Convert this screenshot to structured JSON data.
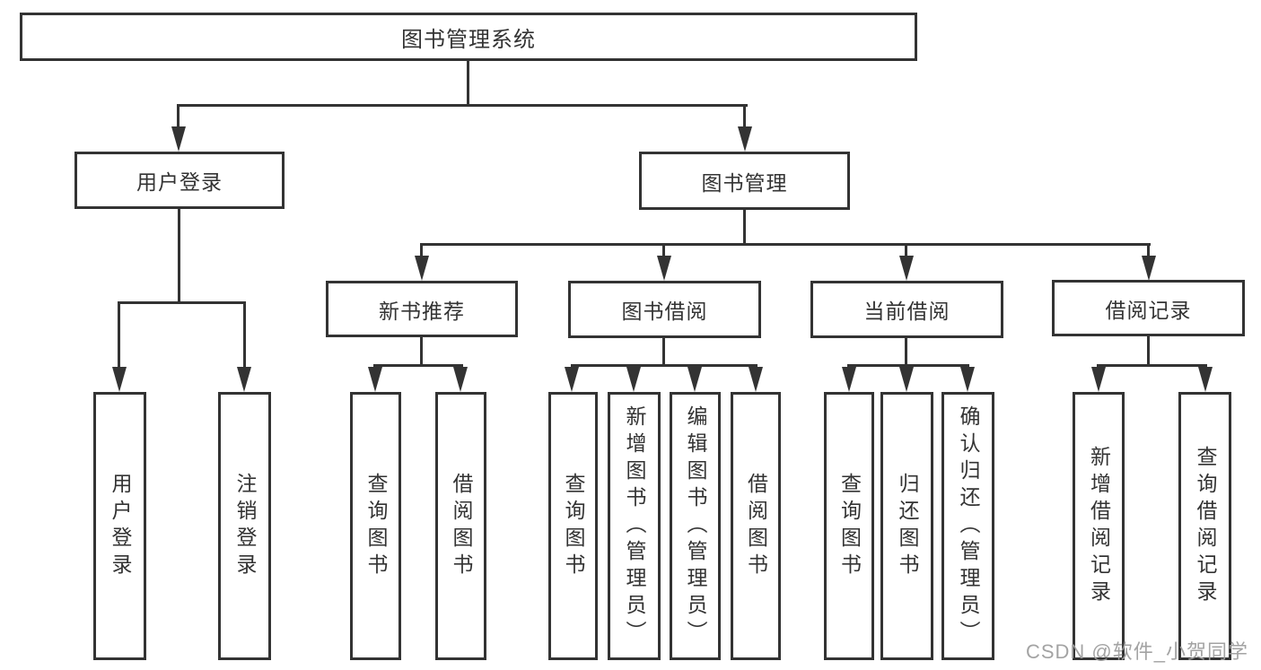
{
  "tree": {
    "root": "图书管理系统",
    "user": {
      "label": "用户登录",
      "children": [
        "用户登录",
        "注销登录"
      ]
    },
    "mgmt": {
      "label": "图书管理"
    },
    "groups": [
      {
        "label": "新书推荐",
        "children": [
          "查询图书",
          "借阅图书"
        ]
      },
      {
        "label": "图书借阅",
        "children": [
          "查询图书",
          "新增图书（管理员）",
          "编辑图书（管理员）",
          "借阅图书"
        ]
      },
      {
        "label": "当前借阅",
        "children": [
          "查询图书",
          "归还图书",
          "确认归还（管理员）"
        ]
      },
      {
        "label": "借阅记录",
        "children": [
          "新增借阅记录",
          "查询借阅记录"
        ]
      }
    ]
  },
  "watermark": "CSDN @软件_小贺同学",
  "colors": {
    "line": "#333333",
    "text": "#333333",
    "watermark": "#9e9e9e",
    "background": "#ffffff"
  }
}
